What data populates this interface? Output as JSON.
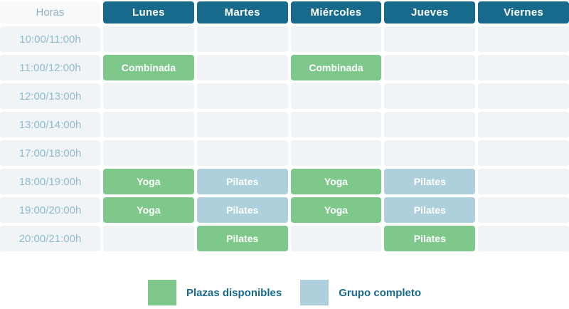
{
  "colors": {
    "header_bg": "#176a8c",
    "available": "#7ec88c",
    "full": "#aecfdc",
    "cell_bg": "#f1f4f6",
    "horas_bg": "#f7f9fa",
    "time_text": "#8fbbce",
    "horas_text": "#93aec2",
    "legend_text": "#176a8c"
  },
  "table": {
    "hours_header": "Horas",
    "days": [
      "Lunes",
      "Martes",
      "Miércoles",
      "Jueves",
      "Viernes"
    ],
    "rows": [
      {
        "time": "10:00/11:00h",
        "cells": [
          null,
          null,
          null,
          null,
          null
        ]
      },
      {
        "time": "11:00/12:00h",
        "cells": [
          {
            "label": "Combinada",
            "status": "available"
          },
          null,
          {
            "label": "Combinada",
            "status": "available"
          },
          null,
          null
        ]
      },
      {
        "time": "12:00/13:00h",
        "cells": [
          null,
          null,
          null,
          null,
          null
        ]
      },
      {
        "time": "13:00/14:00h",
        "cells": [
          null,
          null,
          null,
          null,
          null
        ]
      },
      {
        "time": "17:00/18:00h",
        "cells": [
          null,
          null,
          null,
          null,
          null
        ]
      },
      {
        "time": "18:00/19:00h",
        "cells": [
          {
            "label": "Yoga",
            "status": "available"
          },
          {
            "label": "Pilates",
            "status": "full"
          },
          {
            "label": "Yoga",
            "status": "available"
          },
          {
            "label": "Pilates",
            "status": "full"
          },
          null
        ]
      },
      {
        "time": "19:00/20:00h",
        "cells": [
          {
            "label": "Yoga",
            "status": "available"
          },
          {
            "label": "Pilates",
            "status": "full"
          },
          {
            "label": "Yoga",
            "status": "available"
          },
          {
            "label": "Pilates",
            "status": "full"
          },
          null
        ]
      },
      {
        "time": "20:00/21:00h",
        "cells": [
          null,
          {
            "label": "Pilates",
            "status": "available"
          },
          null,
          {
            "label": "Pilates",
            "status": "available"
          },
          null
        ]
      }
    ]
  },
  "legend": {
    "available_label": "Plazas disponibles",
    "full_label": "Grupo completo"
  }
}
